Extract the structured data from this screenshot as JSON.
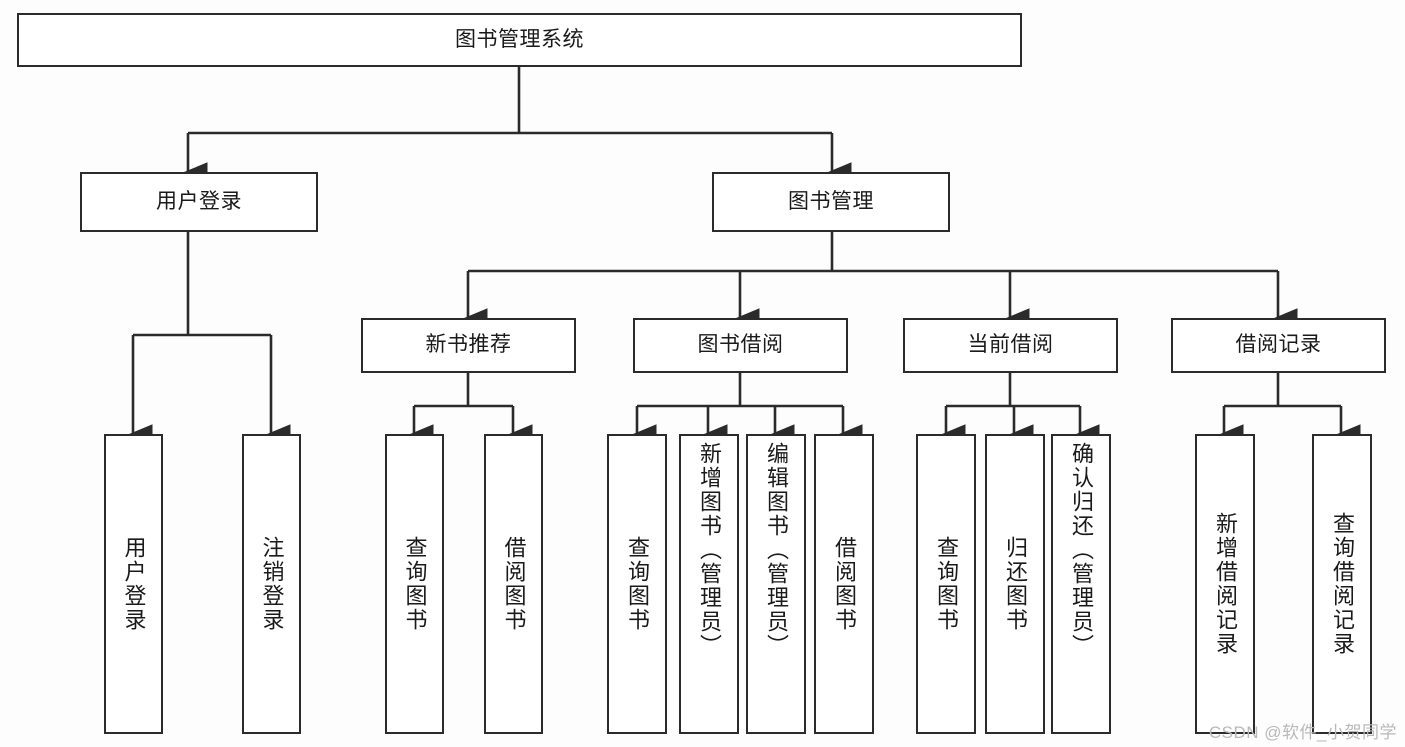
{
  "diagram": {
    "type": "tree-hierarchy",
    "title": "图书管理系统",
    "root": {
      "id": "root",
      "label": "图书管理系统"
    },
    "level2": [
      {
        "id": "user-login",
        "label": "用户登录"
      },
      {
        "id": "book-management",
        "label": "图书管理"
      }
    ],
    "level3": [
      {
        "id": "new-book-recommend",
        "label": "新书推荐",
        "parent": "book-management"
      },
      {
        "id": "book-borrow",
        "label": "图书借阅",
        "parent": "book-management"
      },
      {
        "id": "current-borrow",
        "label": "当前借阅",
        "parent": "book-management"
      },
      {
        "id": "borrow-record",
        "label": "借阅记录",
        "parent": "book-management"
      }
    ],
    "leaves": [
      {
        "id": "leaf-user-login",
        "label": "用户登录",
        "parent": "user-login"
      },
      {
        "id": "leaf-logout",
        "label": "注销登录",
        "parent": "user-login"
      },
      {
        "id": "leaf-query-book-1",
        "label": "查询图书",
        "parent": "new-book-recommend"
      },
      {
        "id": "leaf-borrow-book-1",
        "label": "借阅图书",
        "parent": "new-book-recommend"
      },
      {
        "id": "leaf-query-book-2",
        "label": "查询图书",
        "parent": "book-borrow"
      },
      {
        "id": "leaf-add-book",
        "label": "新增图书（管理员）",
        "parent": "book-borrow"
      },
      {
        "id": "leaf-edit-book",
        "label": "编辑图书（管理员）",
        "parent": "book-borrow"
      },
      {
        "id": "leaf-borrow-book-2",
        "label": "借阅图书",
        "parent": "book-borrow"
      },
      {
        "id": "leaf-query-book-3",
        "label": "查询图书",
        "parent": "current-borrow"
      },
      {
        "id": "leaf-return-book",
        "label": "归还图书",
        "parent": "current-borrow"
      },
      {
        "id": "leaf-confirm-return",
        "label": "确认归还（管理员）",
        "parent": "current-borrow"
      },
      {
        "id": "leaf-add-record",
        "label": "新增借阅记录",
        "parent": "borrow-record"
      },
      {
        "id": "leaf-query-record",
        "label": "查询借阅记录",
        "parent": "borrow-record"
      }
    ],
    "colors": {
      "box_border": "#2b2b2b",
      "box_fill": "#ffffff",
      "edge": "#2b2b2b",
      "text": "#1a1a1a",
      "background": "#fdfdfd",
      "watermark": "#b9b9b9"
    }
  },
  "watermark": {
    "text": "CSDN @软件_小贺同学"
  }
}
